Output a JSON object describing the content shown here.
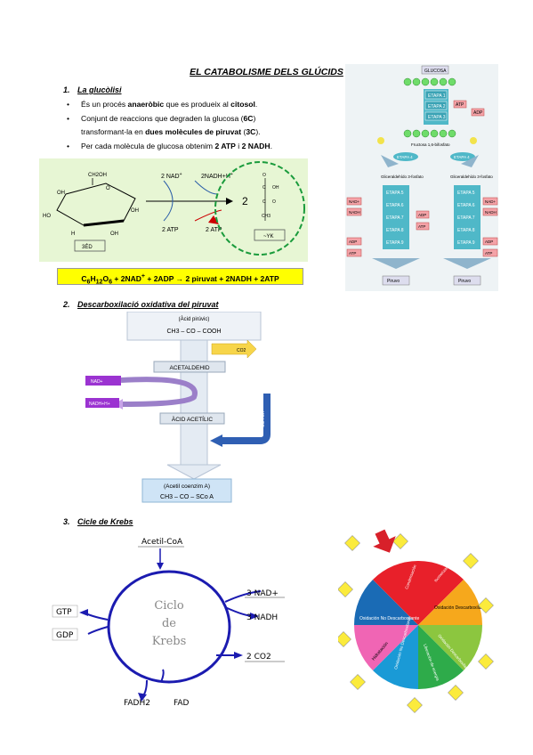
{
  "title": "EL CATABOLISME DELS GLÚCIDS",
  "section1": {
    "num": "1.",
    "label": "La glucòlisi",
    "bullets": [
      {
        "pre": "És un procés ",
        "b1": "anaeròbic",
        "mid": " que es produeix al ",
        "b2": "citosol",
        "post": "."
      },
      {
        "pre": "Conjunt de reaccions que degraden la glucosa (",
        "b1": "6C",
        "mid": ")",
        "b2": "",
        "post": ""
      },
      {
        "pre": "transformant-la en ",
        "b1": "dues molècules de piruvat",
        "mid": " (",
        "b2": "3C",
        "post": ")."
      },
      {
        "pre": "Per cada molècula de glucosa obtenim ",
        "b1": "2 ATP",
        "mid": " i ",
        "b2": "2 NADH",
        "post": "."
      }
    ],
    "equation": "C6H12O6 + 2NAD+ + 2ADP → 2 piruvat + 2NADH + 2ATP",
    "equation_parts": {
      "c": "C",
      "s6a": "6",
      "h": "H",
      "s12": "12",
      "o": "O",
      "s6b": "6",
      "rest1": " + 2NAD",
      "plus": "+",
      "rest2": " + 2ADP → 2 piruvat + 2NADH + 2ATP"
    },
    "green_diagram": {
      "nad": "2 NAD",
      "nad_sup": "+",
      "nadh": "2NADH+H",
      "nadh_sup": "+",
      "atp_left": "2 ATP",
      "atp_right": "2 ATP",
      "two": "2",
      "left_box": "3ÉD",
      "right_box": "~YK",
      "ring_labels": [
        "CH2OH",
        "O",
        "OH",
        "HO",
        "OH",
        "H",
        "OH"
      ],
      "pyruvate_labels": [
        "O",
        "C",
        "OH",
        "C",
        "O",
        "CH3"
      ]
    },
    "glycolysis_diagram": {
      "top": "GLUCOSA",
      "steps_top": [
        "ETAPA 1",
        "ETAPA 2",
        "ETAPA 3"
      ],
      "atp_top": "ATP",
      "adp_top": "ADP",
      "fructose": "Fructosa 1,6-bifosfato",
      "etapa4": "ETAPA 4",
      "glycer_left": "Gliceraldehído 3-fosfato",
      "glycer_right": "Gliceraldehído 3-fosfato",
      "steps_bottom": [
        "ETAPA 5",
        "ETAPA 6",
        "ETAPA 7",
        "ETAPA 8",
        "ETAPA 9"
      ],
      "nad": "NAD+",
      "nadh": "NADH",
      "adp": "ADP",
      "atp": "ATP",
      "pyr_left": "Piruvo",
      "pyr_right": "Piruvo"
    }
  },
  "section2": {
    "num": "2.",
    "label": "Descarboxilació oxidativa del piruvat",
    "acid_piruvic": "(Àcid pirúvic)",
    "piruvic_formula": "CH3 – CO – COOH",
    "co2": "CO2",
    "acetaldehid": "ACETALDEHID",
    "nad": "NAD+",
    "nadh": "NADH+H+",
    "acid_acetic": "ÀCID ACETÍLIC",
    "coa_sh": "CoA-SH",
    "acetil_coa": "(Acetil coenzim A)",
    "acetil_formula": "CH3 – CO – SCo A"
  },
  "section3": {
    "num": "3.",
    "label": "Cicle de Krebs",
    "acetil_coa": "Acetil-CoA",
    "cycle_text": [
      "Ciclo",
      "de",
      "Krebs"
    ],
    "nad": "3 NAD+",
    "nadh": "3 NADH",
    "co2": "2 CO2",
    "gtp": "GTP",
    "gdp": "GDP",
    "fadh": "FADH2",
    "fad": "FAD",
    "wheel_segments": [
      {
        "label": "Condensación",
        "color": "#e8202a"
      },
      {
        "label": "Isomerización",
        "color": "#f6a81c"
      },
      {
        "label": "Oxidación Descarboxilante I",
        "color": "#8cc63f"
      },
      {
        "label": "Oxidación Descarboxilante II",
        "color": "#2eab4a"
      },
      {
        "label": "Liberación de energía",
        "color": "#1a9ad6"
      },
      {
        "label": "Oxidación No Descarboxilante",
        "color": "#1a6bb5"
      },
      {
        "label": "Hidratación",
        "color": "#f065b4"
      },
      {
        "label": "Oxidación No Descarboxilante",
        "color": "#1a7dc1"
      }
    ]
  }
}
